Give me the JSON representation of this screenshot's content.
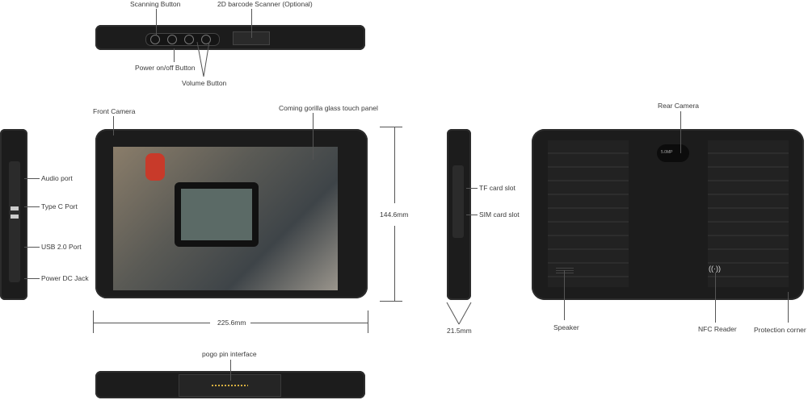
{
  "labels": {
    "scanning_button": "Scanning Button",
    "barcode_scanner": "2D barcode Scanner (Optional)",
    "power_button": "Power on/off Button",
    "volume_button": "Volume Button",
    "front_camera": "Front Camera",
    "touch_panel": "Coming gorilla glass touch panel",
    "audio_port": "Audio port",
    "type_c_port": "Type C Port",
    "usb_port": "USB 2.0 Port",
    "dc_jack": "Power DC Jack",
    "height_dim": "144.6mm",
    "width_dim": "225.6mm",
    "thickness_dim": "21.5mm",
    "tf_slot": "TF card slot",
    "sim_slot": "SIM card slot",
    "rear_camera": "Rear Camera",
    "camera_badge": "5.0MP",
    "speaker": "Speaker",
    "nfc_reader": "NFC Reader",
    "protection_corner": "Protection corner",
    "pogo_pin": "pogo pin interface"
  },
  "colors": {
    "device": "#1c1c1c",
    "line": "#555555",
    "pogo": "#d8b040"
  },
  "icons": [
    "power-icon",
    "plus-icon",
    "minus-icon",
    "scan-icon",
    "nfc-icon"
  ]
}
